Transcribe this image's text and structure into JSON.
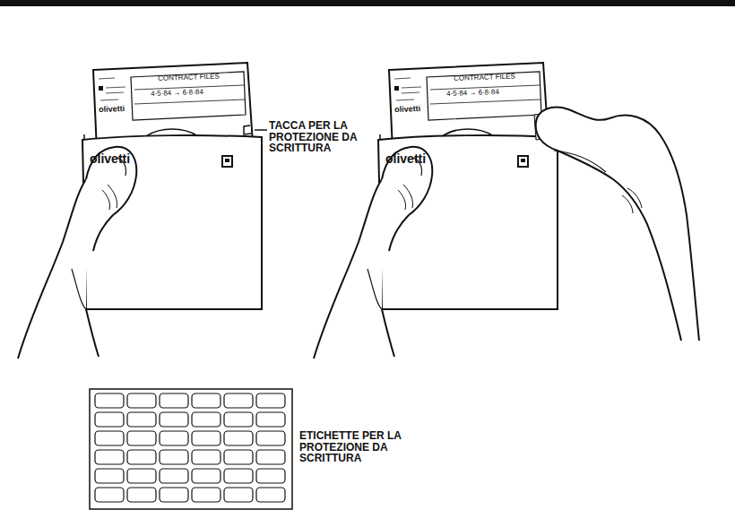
{
  "diagram": {
    "labels": [
      "TACCA PER LA PROTEZIONE DA SCRITTURA",
      "ETICHETTE PER LA PROTEZIONE DA SCRITTURA",
      "CONTRACT FILES",
      "4·5·84 → 6·8·84",
      "olivetti",
      "olivetti",
      "CONTRACT FILES",
      "4·5·84 → 6·8·84",
      "olivetti",
      "olivetti"
    ]
  }
}
